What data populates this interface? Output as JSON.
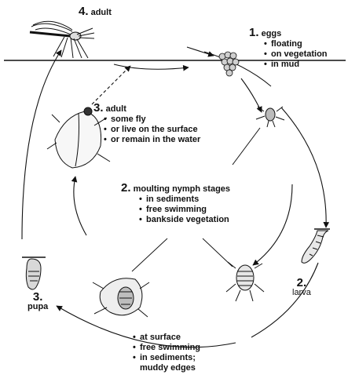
{
  "stages": {
    "adult_top": {
      "number": "4.",
      "title": "adult"
    },
    "eggs": {
      "number": "1.",
      "title": "eggs",
      "items": [
        "floating",
        "on vegetation",
        "in mud"
      ]
    },
    "adult_mid": {
      "number": "3.",
      "title": "adult",
      "items": [
        "some fly",
        "or live on the surface",
        "or remain in the water"
      ]
    },
    "nymph": {
      "number": "2.",
      "title": "moulting nymph stages",
      "items": [
        "in sediments",
        "free swimming",
        "bankside vegetation"
      ]
    },
    "larva": {
      "number": "2.",
      "title": "larva"
    },
    "pupa": {
      "number": "3.",
      "title": "pupa"
    },
    "pupa_habitat": {
      "items": [
        "at surface",
        "free swimming",
        "in sediments;"
      ],
      "continuation": "muddy edges"
    }
  }
}
